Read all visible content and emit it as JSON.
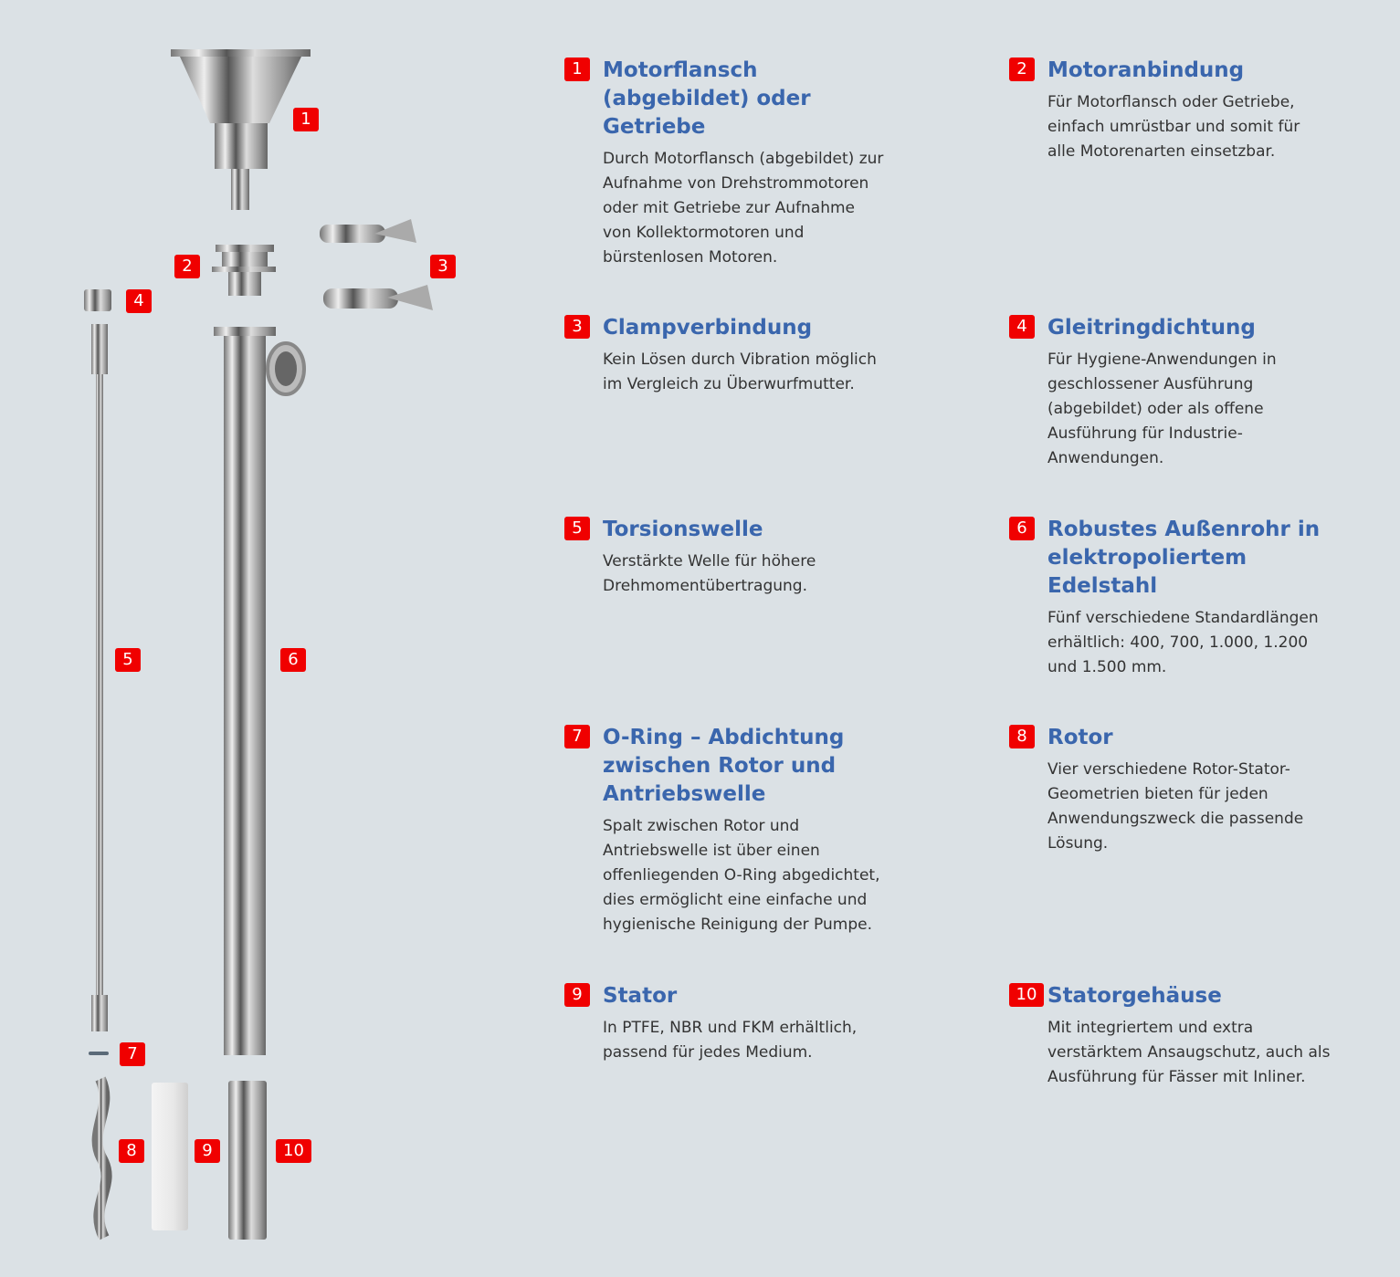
{
  "parts": [
    {
      "num": "1",
      "title": "Motorflansch (abgebildet) oder Getriebe",
      "text": "Durch Motorflansch (abgebildet) zur Aufnahme von Drehstrommotoren oder mit Getriebe zur Aufnahme von Kollektormotoren und bürstenlosen Motoren."
    },
    {
      "num": "2",
      "title": "Motoranbindung",
      "text": "Für Motorflansch oder Getriebe, einfach umrüstbar und somit für alle Motorenarten einsetzbar."
    },
    {
      "num": "3",
      "title": "Clampverbindung",
      "text": "Kein Lösen durch Vibration möglich im Vergleich zu Überwurfmutter."
    },
    {
      "num": "4",
      "title": "Gleitringdichtung",
      "text": "Für Hygiene-Anwendungen in geschlossener Ausführung (abgebildet) oder als offene Ausführung für Industrie-Anwendungen."
    },
    {
      "num": "5",
      "title": "Torsionswelle",
      "text": "Verstärkte Welle für höhere Drehmomentübertragung."
    },
    {
      "num": "6",
      "title": "Robustes Außenrohr in elektropoliertem Edelstahl",
      "text": "Fünf verschiedene Standardlängen erhältlich: 400, 700, 1.000, 1.200 und 1.500 mm."
    },
    {
      "num": "7",
      "title": "O-Ring – Abdichtung zwischen Rotor und Antriebswelle",
      "text": "Spalt zwischen Rotor und Antriebswelle ist über einen offenliegenden O-Ring abgedichtet, dies ermöglicht eine einfache und hygienische Reinigung der Pumpe."
    },
    {
      "num": "8",
      "title": "Rotor",
      "text": "Vier verschiedene Rotor-Stator-Geometrien bieten für jeden Anwendungszweck die passende Lösung."
    },
    {
      "num": "9",
      "title": "Stator",
      "text": "In PTFE, NBR und FKM erhältlich, passend für jedes Medium."
    },
    {
      "num": "10",
      "title": "Statorgehäuse",
      "text": "Mit integriertem und extra verstärktem Ansaugschutz, auch als Ausführung für Fässer mit Inliner."
    }
  ],
  "colors": {
    "accent": "#3a66ad",
    "badge": "#f00000",
    "background": "#dbe1e5"
  }
}
